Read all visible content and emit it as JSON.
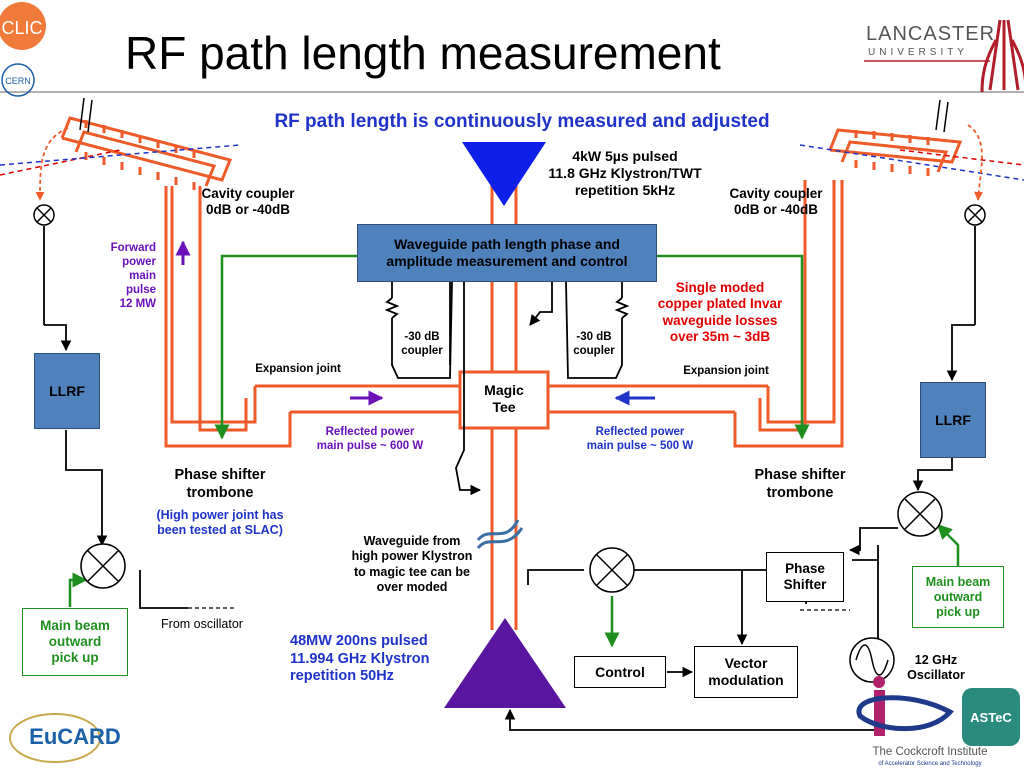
{
  "title": "RF path length measurement",
  "subtitle": "RF path length is continuously measured and adjusted",
  "logos": {
    "clic": "CLIC",
    "cern": "CERN",
    "lancaster_line1": "LANCASTER",
    "lancaster_line2": "UNIVERSITY",
    "eucard": "EuCARD",
    "astec": "ASTeC",
    "cockcroft_line1": "The Cockcroft Institute",
    "cockcroft_line2": "of Accelerator Science and Technology"
  },
  "klystron_top": [
    "4kW  5µs pulsed",
    "11.8 GHz  Klystron/TWT",
    "repetition 5kHz"
  ],
  "klystron_bottom": [
    "48MW  200ns pulsed",
    "11.994 GHz  Klystron",
    "repetition 50Hz"
  ],
  "cavity_coupler_left": [
    "Cavity coupler",
    "0dB or -40dB"
  ],
  "cavity_coupler_right": [
    "Cavity coupler",
    "0dB or -40dB"
  ],
  "forward_power": [
    "Forward",
    "power",
    "main",
    "pulse",
    "12 MW"
  ],
  "measurement_box": [
    "Waveguide path length phase and",
    "amplitude measurement and control"
  ],
  "single_moded": [
    "Single moded",
    "copper plated Invar",
    "waveguide losses",
    "over 35m ~ 3dB"
  ],
  "coupler_left": [
    "-30 dB",
    "coupler"
  ],
  "coupler_right": [
    "-30 dB",
    "coupler"
  ],
  "expansion_left": "Expansion joint",
  "expansion_right": "Expansion joint",
  "magic_tee": [
    "Magic",
    "Tee"
  ],
  "llrf_left": "LLRF",
  "llrf_right": "LLRF",
  "reflected_left": [
    "Reflected  power",
    "main pulse ~ 600 W"
  ],
  "reflected_right": [
    "Reflected  power",
    "main pulse ~ 500 W"
  ],
  "phase_shifter_left": [
    "Phase shifter",
    "trombone"
  ],
  "high_power_note": [
    "(High power joint has",
    "been tested at SLAC)"
  ],
  "phase_shifter_right": [
    "Phase shifter",
    "trombone"
  ],
  "waveguide_note": [
    "Waveguide from",
    "high power Klystron",
    "to magic tee can be",
    "over moded"
  ],
  "phase_shifter_box": [
    "Phase",
    "Shifter"
  ],
  "main_beam_left": [
    "Main beam",
    "outward",
    "pick up"
  ],
  "main_beam_right": [
    "Main beam",
    "outward",
    "pick up"
  ],
  "from_oscillator": "From oscillator",
  "control": "Control",
  "vector_modulation": [
    "Vector",
    "modulation"
  ],
  "oscillator": [
    "12 GHz",
    "Oscillator"
  ],
  "colors": {
    "waveguide": "#ee5a28",
    "signal": "#000000",
    "green_line": "#1f8f1f",
    "purple": "#6a12b8",
    "blue_arrow": "#1f33c8",
    "box_blue": "#4f81bd",
    "klystron_blue": "#0d1ee6",
    "klystron_purple": "#5a16a0",
    "text_blue": "#1f33c8",
    "text_red": "#e00000",
    "text_purple": "#6a12b8",
    "text_green": "#1f8f1f"
  }
}
